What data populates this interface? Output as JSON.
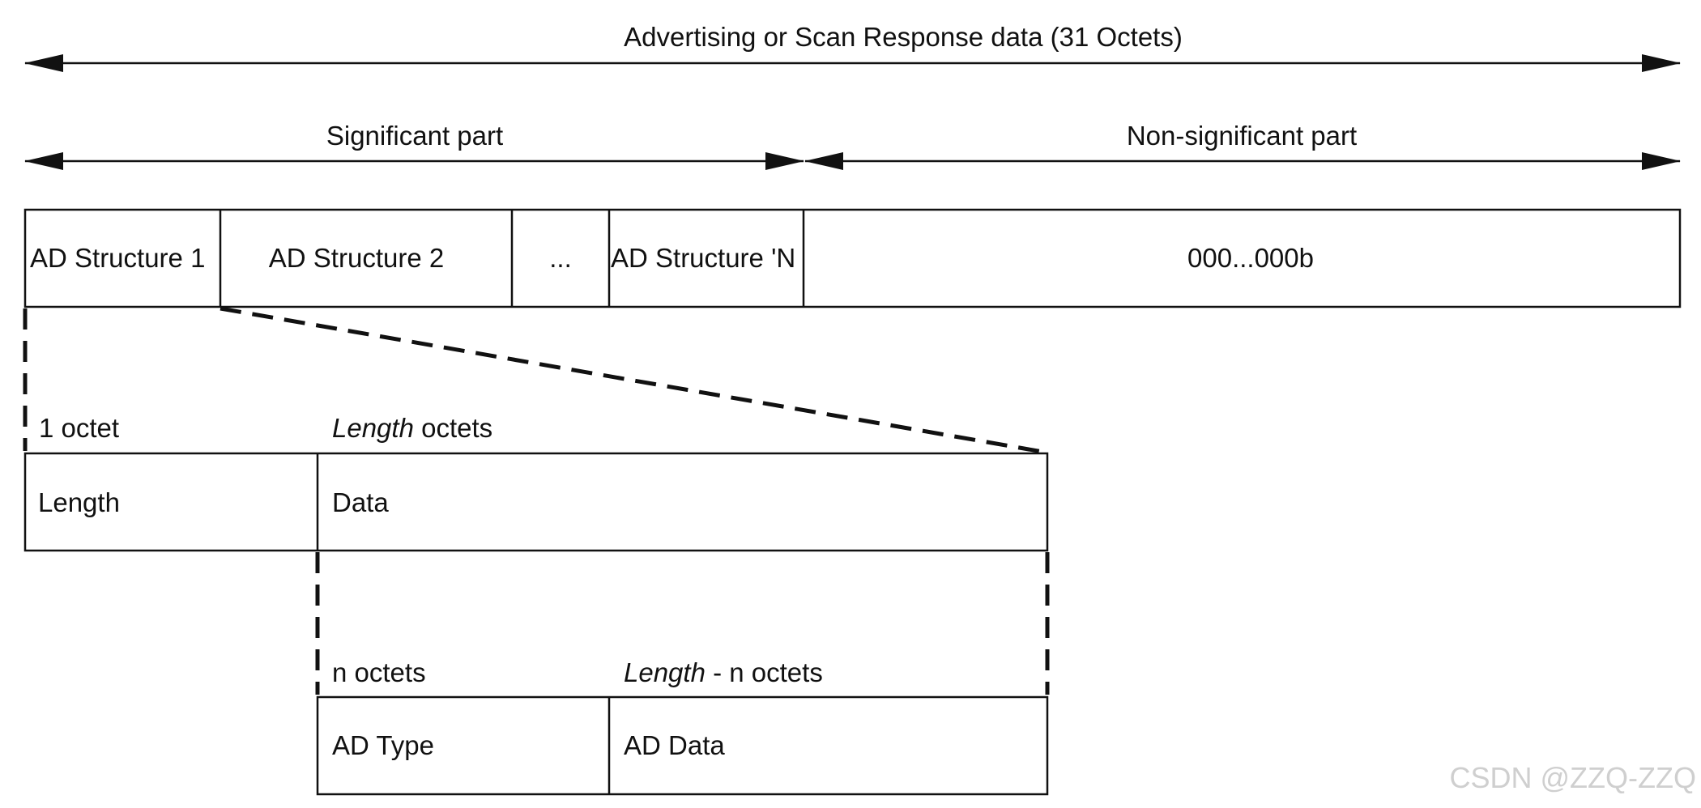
{
  "arrows": {
    "total_label": "Advertising or Scan Response data (31 Octets)",
    "significant_label": "Significant part",
    "non_significant_label": "Non-significant part"
  },
  "packet": {
    "cells": [
      "AD Structure 1",
      "AD Structure 2",
      "...",
      "AD Structure 'N",
      "000...000b"
    ]
  },
  "ad_structure": {
    "length_size_label": "1 octet",
    "data_size_italic": "Length",
    "data_size_rest": " octets",
    "length_cell": "Length",
    "data_cell": "Data"
  },
  "ad_data": {
    "type_size_label": "n octets",
    "data_size_italic": "Length",
    "data_size_rest": " - n octets",
    "type_cell": "AD Type",
    "data_cell": "AD Data"
  },
  "watermark": "CSDN @ZZQ-ZZQ",
  "colors": {
    "line": "#111111",
    "watermark": "#cfcfcf",
    "background": "#ffffff"
  }
}
